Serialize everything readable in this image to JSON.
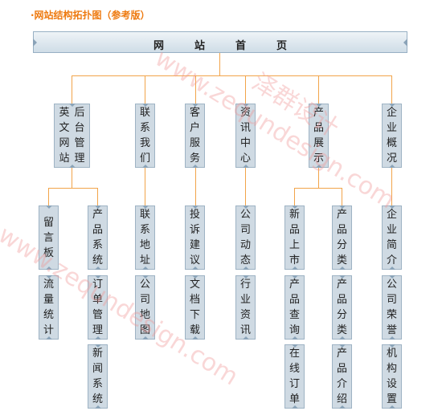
{
  "title": "·网站结构拓扑图（参考版）",
  "top_bar": "网站首页",
  "nodes": {
    "houtai": "后台管理",
    "yingwen": "英文网站",
    "lianxi": "联系我们",
    "kehu": "客户服务",
    "zixun": "资讯中心",
    "chanpin": "产品展示",
    "qiye": "企业概况",
    "liuyan": "留言板",
    "chanpinxitong": "产品系统",
    "lianxidizhi": "联系地址",
    "tousu": "投诉建议",
    "gongsidongtai": "公司动态",
    "xinpin": "新品上市",
    "chanpinfenlei": "产品分类",
    "qiyejianjie": "企业简介",
    "liuliang": "流量统计",
    "dingdan": "订单管理",
    "gongsiditu": "公司地图",
    "wendang": "文档下载",
    "hangye": "行业资讯",
    "chanpinchaxun": "产品查询",
    "chanpinfenlei2": "产品分类",
    "gongsirongyu": "公司荣誉",
    "xinwen": "新闻系统",
    "zaixian": "在线订单",
    "chanpinjieshao": "产品介绍",
    "jigou": "机构设置"
  },
  "watermark": {
    "cn": "泽群设计",
    "en1": "www.zequndesign.com",
    "en2": "www.zequndesign.com"
  }
}
